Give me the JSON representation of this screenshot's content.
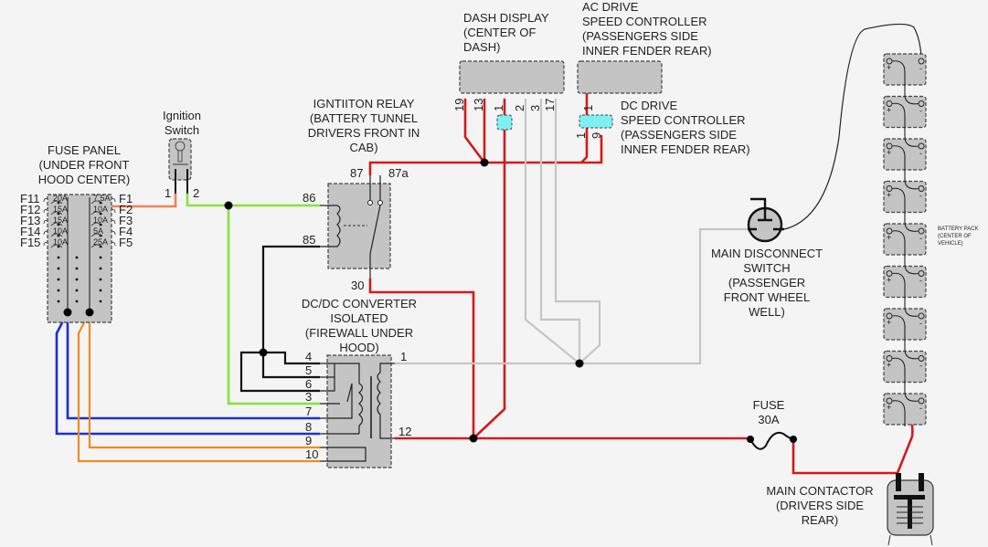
{
  "diagram": {
    "type": "wiring-schematic",
    "wire_colors": {
      "power_12v": "#d41a1a",
      "ignition": "#8ae03a",
      "fuse_feed_blue": "#1b2fd6",
      "fuse_feed_orange": "#f08a20",
      "ignition_feed": "#f08060",
      "signal_grey": "#c6c6c6",
      "ground": "#111111"
    }
  },
  "fuse_panel": {
    "title": [
      "FUSE PANEL",
      "(UNDER FRONT",
      "HOOD CENTER)"
    ],
    "left_fuses": [
      {
        "id": "F11",
        "rating": "20A"
      },
      {
        "id": "F12",
        "rating": "15A"
      },
      {
        "id": "F13",
        "rating": "15A"
      },
      {
        "id": "F14",
        "rating": "10A"
      },
      {
        "id": "F15",
        "rating": "10A"
      }
    ],
    "right_fuses": [
      {
        "id": "F1",
        "rating": "7.5A"
      },
      {
        "id": "F2",
        "rating": "10A"
      },
      {
        "id": "F3",
        "rating": "10A"
      },
      {
        "id": "F4",
        "rating": "5A"
      },
      {
        "id": "F5",
        "rating": "25A"
      }
    ]
  },
  "ignition_switch": {
    "title": [
      "Ignition",
      "Switch"
    ],
    "pins": [
      "1",
      "2"
    ]
  },
  "ignition_relay": {
    "title": [
      "IGNTIITON RELAY",
      "(BATTERY TUNNEL",
      "DRIVERS FRONT IN",
      "CAB)"
    ],
    "pins": {
      "p87": "87",
      "p87a": "87a",
      "p86": "86",
      "p85": "85",
      "p30": "30"
    }
  },
  "dash_display": {
    "title": [
      "DASH DISPLAY",
      "(CENTER OF",
      "DASH)"
    ],
    "pins": [
      "19",
      "13",
      "1",
      "2",
      "3",
      "17"
    ]
  },
  "ac_drive": {
    "title": [
      "AC DRIVE",
      "SPEED CONTROLLER",
      "(PASSENGERS SIDE",
      "INNER FENDER REAR)"
    ],
    "pins": [
      "1"
    ]
  },
  "dc_drive": {
    "title": [
      "DC DRIVE",
      "SPEED CONTROLLER",
      "(PASSENGERS SIDE",
      "INNER FENDER REAR)"
    ],
    "pins": [
      "1",
      "9"
    ]
  },
  "dcdc_converter": {
    "title": [
      "DC/DC CONVERTER",
      "ISOLATED",
      "(FIREWALL UNDER",
      "HOOD)"
    ],
    "left_pins": [
      "4",
      "5",
      "6",
      "3",
      "7",
      "8",
      "9",
      "10"
    ],
    "right_pins": [
      "1",
      "12"
    ]
  },
  "main_disconnect": {
    "title": [
      "MAIN DISCONNECT",
      "SWITCH",
      "(PASSENGER",
      "FRONT WHEEL",
      "WELL)"
    ]
  },
  "fuse_30a": {
    "title": [
      "FUSE",
      "30A"
    ]
  },
  "main_contactor": {
    "title": [
      "MAIN CONTACTOR",
      "(DRIVERS SIDE",
      "REAR)"
    ]
  },
  "battery_pack": {
    "title": [
      "BATTERY PACK",
      "(CENTER OF",
      "VEHICLE)"
    ],
    "cell_count": 9,
    "plus": "+",
    "minus": "-"
  }
}
